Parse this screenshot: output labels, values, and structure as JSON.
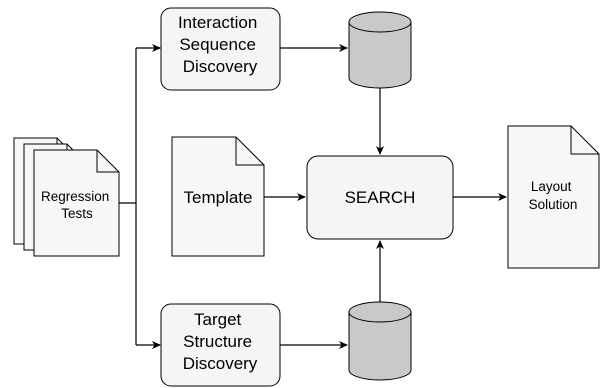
{
  "nodes": {
    "regression_tests": {
      "lines": [
        "Regression",
        "Tests"
      ]
    },
    "interaction_discovery": {
      "lines": [
        "Interaction",
        "Sequence",
        "Discovery"
      ]
    },
    "target_discovery": {
      "lines": [
        "Target",
        "Structure",
        "Discovery"
      ]
    },
    "template": {
      "lines": [
        "Template"
      ]
    },
    "search": {
      "lines": [
        "SEARCH"
      ]
    },
    "layout_solution": {
      "lines": [
        "Layout",
        "Solution"
      ]
    }
  },
  "colors": {
    "stroke": "#000000",
    "box_fill": "#f5f5f5",
    "doc_fill": "#f7f7f7",
    "db_fill": "#c9c9c9",
    "page_bg": "#ffffff"
  }
}
